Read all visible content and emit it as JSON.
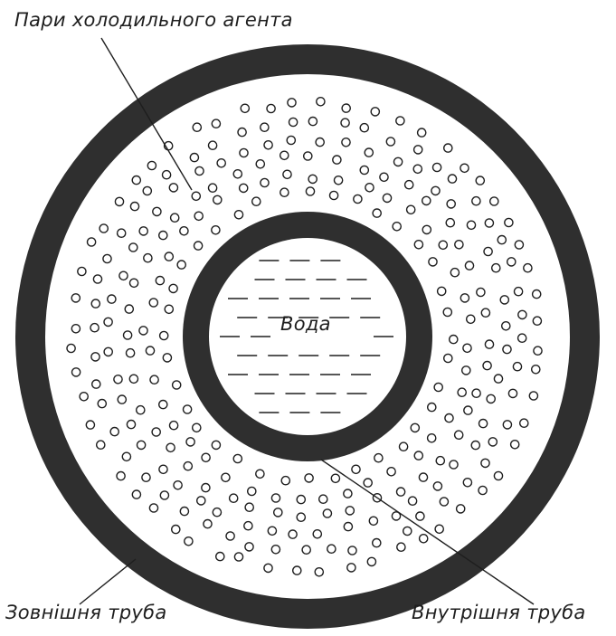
{
  "labels": {
    "refrigerant_vapor": "Пари холодильного агента",
    "water": "Вода",
    "outer_pipe": "Зовнішня труба",
    "inner_pipe": "Внутрішня труба"
  },
  "colors": {
    "pipe_wall": "#2f2f2f",
    "background": "#ffffff",
    "ink": "#1e1e1e"
  }
}
